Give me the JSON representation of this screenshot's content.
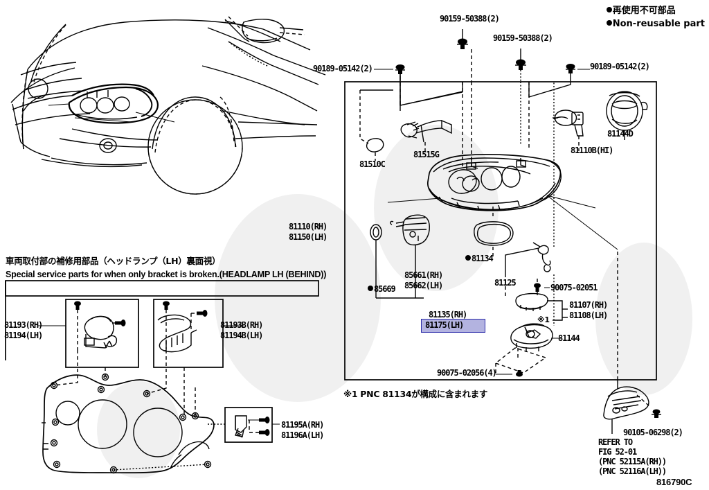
{
  "diagram": {
    "code": "816790C",
    "legend": [
      {
        "symbol": "●",
        "text": "再使用不可部品"
      },
      {
        "symbol": "●",
        "text": "Non-reusable part"
      }
    ],
    "footnote_jp": "※1 PNC 81134が構成に含まれます",
    "special_parts_note_jp": "車両取付部の補修用部品（ヘッドランプ（LH）裏面視）",
    "special_parts_note_en": "Special service parts for when only bracket is broken.(HEADLAMP LH (BEHIND))"
  },
  "fasteners": {
    "top_left_outer": "90189-05142(2)",
    "top_left_inner": "90159-50388(2)",
    "top_right_inner": "90159-50388(2)",
    "top_right_outer": "90189-05142(2)"
  },
  "parts": [
    {
      "id": "81510C",
      "label": "81510C"
    },
    {
      "id": "81515G",
      "label": "81515G"
    },
    {
      "id": "81144D",
      "label": "81144D"
    },
    {
      "id": "81110B",
      "label": "81110B(HI)"
    },
    {
      "id": "81110-81150",
      "label": "81110(RH)\n81150(LH)"
    },
    {
      "id": "85669",
      "label": "85669",
      "non_reusable": true
    },
    {
      "id": "85661-85662",
      "label": "85661(RH)\n85662(LH)"
    },
    {
      "id": "81134",
      "label": "81134",
      "non_reusable": true
    },
    {
      "id": "81125",
      "label": "81125"
    },
    {
      "id": "81135",
      "label": "81135(RH)"
    },
    {
      "id": "81175",
      "label": "81175(LH)",
      "selected": true
    },
    {
      "id": "90075-02051",
      "label": "90075-02051"
    },
    {
      "id": "81107-81108",
      "label": "81107(RH)\n81108(LH)",
      "note": "※1"
    },
    {
      "id": "81144",
      "label": "81144"
    },
    {
      "id": "90075-02056",
      "label": "90075-02056(4)"
    },
    {
      "id": "90105-06298",
      "label": "90105-06298(2)"
    }
  ],
  "refer_to": {
    "line1": "REFER TO",
    "line2": "FIG 52-01",
    "line3": "(PNC 52115A(RH))",
    "line4": "(PNC 52116A(LH))"
  },
  "bracket_panel": {
    "left_labels": "81193(RH)\n81194(LH)",
    "right_labels": "81193B(RH)\n81194B(LH)",
    "lower_labels": "81195A(RH)\n81196A(LH)"
  },
  "marks": {
    "note_star": "※1",
    "star_upper": "※1"
  },
  "colors": {
    "selection_fill": "#b3b3e0",
    "selection_border": "#2a2aa8",
    "ink": "#000000",
    "background": "#ffffff"
  }
}
